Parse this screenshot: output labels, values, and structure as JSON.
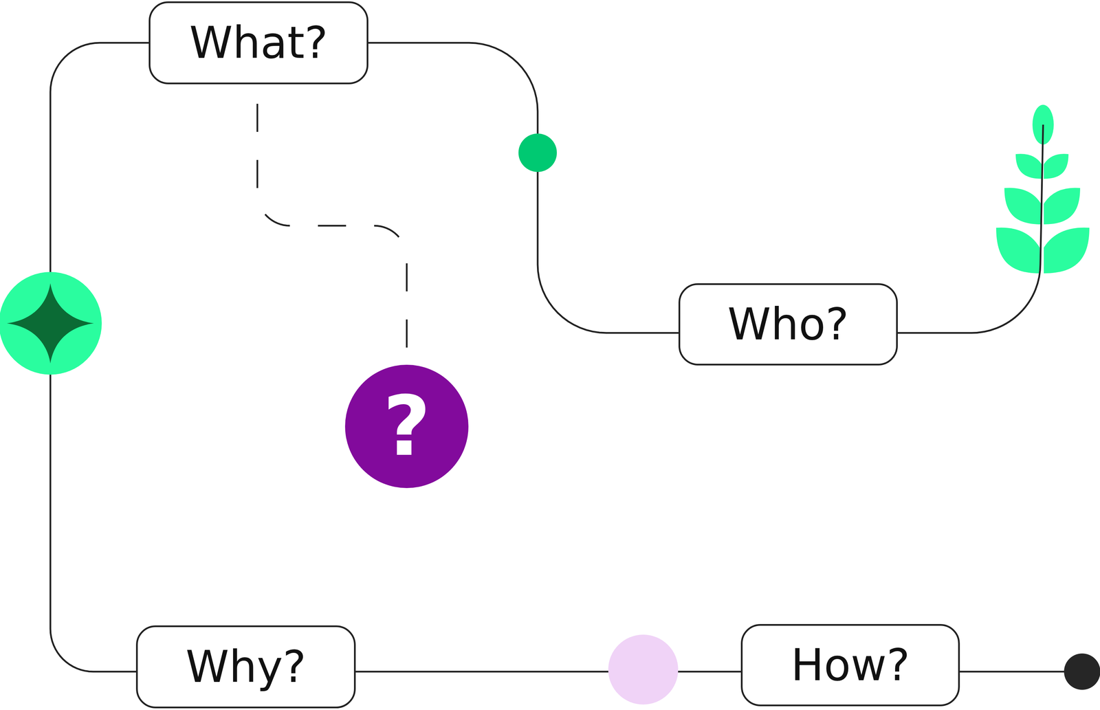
{
  "diagram": {
    "nodes": [
      {
        "text": [
          "What?"
        ]
      },
      {
        "text": [
          "Who?"
        ]
      },
      {
        "text": [
          "?"
        ]
      },
      {
        "text": [
          "Why?"
        ]
      },
      {
        "text": [
          "How?"
        ]
      }
    ],
    "edges": [
      {
        "from": 0,
        "to": 1,
        "arrow": "none"
      },
      {
        "from": 0,
        "to": 2,
        "arrow": "none"
      },
      {
        "from": 0,
        "to": 3,
        "arrow": "none"
      },
      {
        "from": 3,
        "to": 4,
        "arrow": "none"
      }
    ]
  }
}
